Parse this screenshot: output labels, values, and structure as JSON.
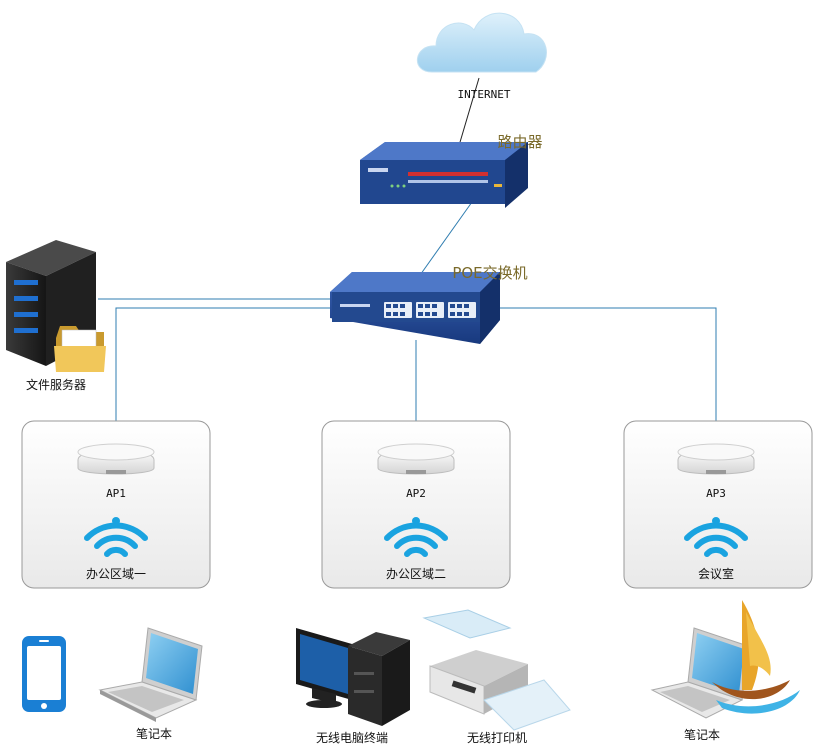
{
  "internet": {
    "label": "INTERNET"
  },
  "router": {
    "label": "路由器"
  },
  "switch": {
    "label": "POE交换机"
  },
  "file_server": {
    "label": "文件服务器"
  },
  "zones": [
    {
      "ap_label": "AP1",
      "zone_label": "办公区域一"
    },
    {
      "ap_label": "AP2",
      "zone_label": "办公区域二"
    },
    {
      "ap_label": "AP3",
      "zone_label": "会议室"
    }
  ],
  "devices": {
    "laptop_left": "笔记本",
    "desktop": "无线电脑终端",
    "printer": "无线打印机",
    "laptop_right": "笔记本"
  },
  "colors": {
    "link": "#2f7db0",
    "device_blue": "#1f4f9a",
    "wifi": "#1aa3e0",
    "olive_text": "#7a6a2a"
  }
}
